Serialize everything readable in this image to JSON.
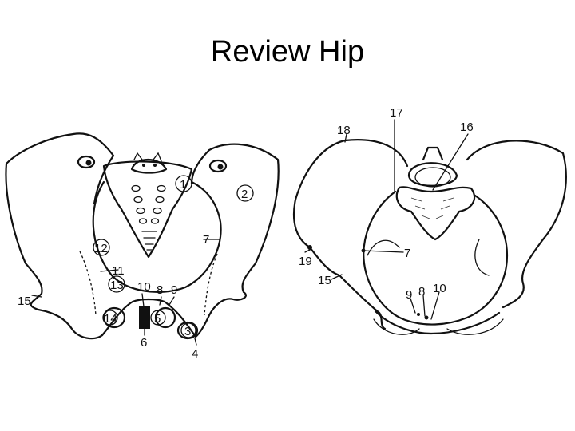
{
  "slide": {
    "title": "Review Hip"
  },
  "left_diagram": {
    "labels": [
      "1",
      "2",
      "3",
      "4",
      "5",
      "6",
      "7",
      "8",
      "9",
      "10",
      "11",
      "12",
      "13",
      "14",
      "15"
    ]
  },
  "right_diagram": {
    "labels": [
      "7",
      "8",
      "9",
      "10",
      "15",
      "16",
      "17",
      "18",
      "19"
    ]
  }
}
